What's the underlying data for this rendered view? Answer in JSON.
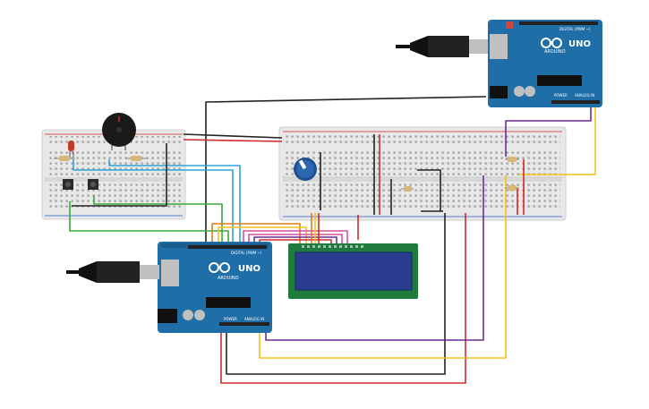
{
  "board_labels": {
    "brand": "UNO",
    "maker": "ARDUINO",
    "digital_header": "DIGITAL (PWM ~)",
    "power_header": "POWER",
    "analog_header": "ANALOG IN"
  },
  "colors": {
    "background": "#ffffff",
    "breadboard": "#e8e8e8",
    "board": "#1f6ea8",
    "wire_black": "#222222",
    "wire_red": "#d02a2a",
    "wire_yellow": "#f2c21b",
    "wire_purple": "#6d2c8f",
    "wire_blue": "#2ca6d6",
    "wire_green": "#3aa93a",
    "wire_orange": "#e07b1a",
    "wire_pink": "#d64da0",
    "lcd_screen": "#2a3c8f",
    "lcd_frame": "#1e7a3d"
  },
  "icons": [
    "usb-cable-icon",
    "piezo-buzzer-icon",
    "led-icon",
    "pushbutton-icon",
    "potentiometer-icon",
    "resistor-icon",
    "lcd-icon"
  ]
}
